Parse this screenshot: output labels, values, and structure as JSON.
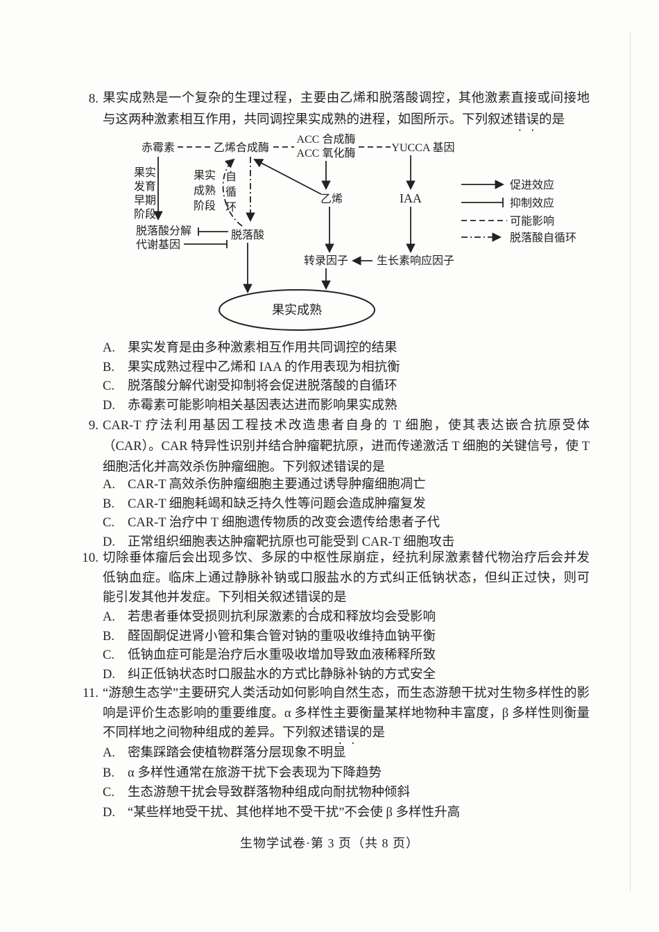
{
  "footer": "生物学试卷·第 3 页（共 8 页）",
  "questions": [
    {
      "number": "8.",
      "stem": "果实成熟是一个复杂的生理过程，主要由乙烯和脱落酸调控，其他激素直接或间接地与这两种激素相互作用，共同调控果实成熟的进程，如图所示。下列叙述",
      "emph": "错误",
      "tail": "的是",
      "options": [
        {
          "label": "A.",
          "text": "果实发育是由多种激素相互作用共同调控的结果"
        },
        {
          "label": "B.",
          "text": "果实成熟过程中乙烯和 IAA 的作用表现为相抗衡"
        },
        {
          "label": "C.",
          "text": "脱落酸分解代谢受抑制将会促进脱落酸的自循环"
        },
        {
          "label": "D.",
          "text": "赤霉素可能影响相关基因表达进而影响果实成熟"
        }
      ]
    },
    {
      "number": "9.",
      "stem": "CAR-T 疗法利用基因工程技术改造患者自身的 T 细胞，使其表达嵌合抗原受体（CAR）。CAR 特异性识别并结合肿瘤靶抗原，进而传递激活 T 细胞的关键信号，使 T 细胞活化并高效杀伤肿瘤细胞。下列叙述",
      "emph": "错误",
      "tail": "的是",
      "options": [
        {
          "label": "A.",
          "text": "CAR-T 高效杀伤肿瘤细胞主要通过诱导肿瘤细胞凋亡"
        },
        {
          "label": "B.",
          "text": "CAR-T 细胞耗竭和缺乏持久性等问题会造成肿瘤复发"
        },
        {
          "label": "C.",
          "text": "CAR-T 治疗中 T 细胞遗传物质的改变会遗传给患者子代"
        },
        {
          "label": "D.",
          "text": "正常组织细胞表达肿瘤靶抗原也可能受到 CAR-T 细胞攻击"
        }
      ]
    },
    {
      "number": "10.",
      "stem": "切除垂体瘤后会出现多饮、多尿的中枢性尿崩症，经抗利尿激素替代物治疗后会并发低钠血症。临床上通过静脉补钠或口服盐水的方式纠正低钠状态，但纠正过快，则可能引发其他并发症。下列相关叙述",
      "emph": "错误",
      "tail": "的是",
      "options": [
        {
          "label": "A.",
          "text": "若患者垂体受损则抗利尿激素的合成和释放均会受影响"
        },
        {
          "label": "B.",
          "text": "醛固酮促进肾小管和集合管对钠的重吸收维持血钠平衡"
        },
        {
          "label": "C.",
          "text": "低钠血症可能是治疗后水重吸收增加导致血液稀释所致"
        },
        {
          "label": "D.",
          "text": "纠正低钠状态时口服盐水的方式比静脉补钠的方式安全"
        }
      ]
    },
    {
      "number": "11.",
      "stem": "“游憩生态学”主要研究人类活动如何影响自然生态，而生态游憩干扰对生物多样性的影响是评价生态影响的重要维度。α 多样性主要衡量某样地物种丰富度，β 多样性则衡量不同样地之间物种组成的差异。下列叙述",
      "emph": "错误",
      "tail": "的是",
      "options": [
        {
          "label": "A.",
          "text": "密集踩踏会使植物群落分层现象不明显"
        },
        {
          "label": "B.",
          "text": "α 多样性通常在旅游干扰下会表现为下降趋势"
        },
        {
          "label": "C.",
          "text": "生态游憩干扰会导致群落物种组成向耐扰物种倾斜"
        },
        {
          "label": "D.",
          "text": "“某些样地受干扰、其他样地不受干扰”不会使 β 多样性升高"
        }
      ]
    }
  ],
  "diagram": {
    "nodes": {
      "gibberellin": "赤霉素",
      "ethylene_synthase": "乙烯合成酶",
      "acc_synthase": "ACC 合成酶",
      "acc_oxidase": "ACC 氧化酶",
      "yucca_gene": "YUCCA 基因",
      "ethylene": "乙烯",
      "iaa": "IAA",
      "aba": "脱落酸",
      "aba_catabolism_gene_line1": "脱落酸分解",
      "aba_catabolism_gene_line2": "代谢基因",
      "transcription_factor": "转录因子",
      "auxin_response_factor": "生长素响应因子",
      "fruit_ripening": "果实成熟"
    },
    "columns": {
      "early_stage": [
        "果实",
        "发育",
        "早期",
        "阶段"
      ],
      "ripening_stage": [
        "果实",
        "成熟",
        "阶段"
      ],
      "self_cycle": [
        "自",
        "循",
        "环"
      ]
    },
    "legend": [
      {
        "label": "促进效应"
      },
      {
        "label": "抑制效应"
      },
      {
        "label": "可能影响"
      },
      {
        "label": "脱落酸自循环"
      }
    ]
  }
}
